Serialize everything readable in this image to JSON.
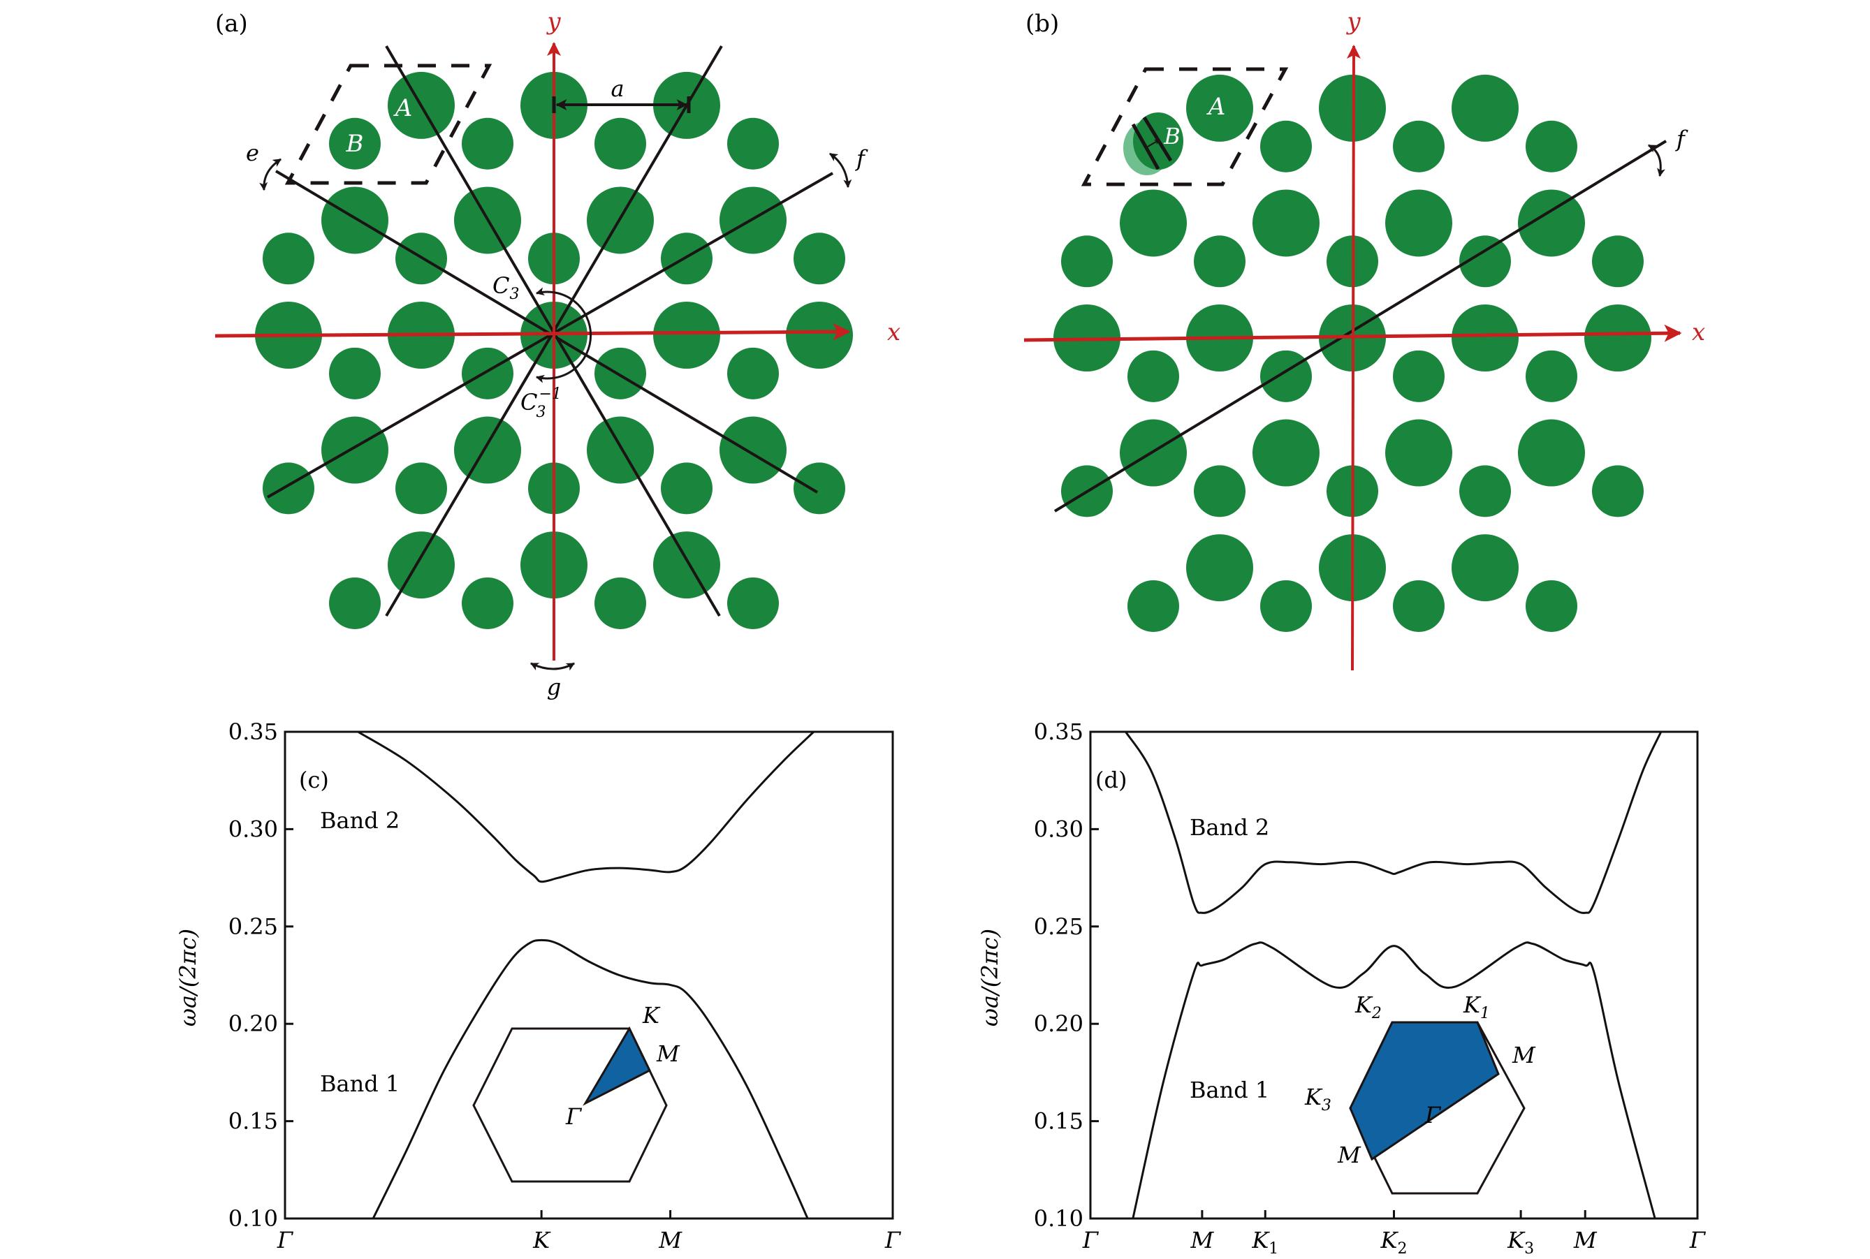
{
  "colors": {
    "rod": "#1a853d",
    "rod_shifted": "#6fbf8f",
    "axis_red": "#c8201f",
    "line": "#1a1414",
    "bz_fill": "#1162a0"
  },
  "panel_a": {
    "label": "(a)",
    "x_axis": "x",
    "y_axis": "y",
    "lattice_const": "a",
    "site_a": "A",
    "site_b": "B",
    "mirror_e": "e",
    "mirror_f": "f",
    "mirror_g": "g",
    "rot_c3": "C",
    "rot_c3_sub": "3",
    "rot_c3inv": "C",
    "rot_c3inv_sub": "3",
    "rot_c3inv_sup": "−1"
  },
  "panel_b": {
    "label": "(b)",
    "x_axis": "x",
    "y_axis": "y",
    "site_a": "A",
    "site_b": "B",
    "mirror_f": "f"
  },
  "chart_data": [
    {
      "type": "line",
      "panel": "(c)",
      "title": "",
      "xlabel": "",
      "ylabel": "ωa/(2πc)",
      "ylim": [
        0.1,
        0.35
      ],
      "yticks": [
        "0.10",
        "0.15",
        "0.20",
        "0.25",
        "0.30",
        "0.35"
      ],
      "ytick_values": [
        0.1,
        0.15,
        0.2,
        0.25,
        0.3,
        0.35
      ],
      "xticks": [
        "Γ",
        "K",
        "M",
        "Γ"
      ],
      "xtick_positions": [
        0,
        0.422,
        0.634,
        1
      ],
      "grid": false,
      "annotations": [
        "Band 2",
        "Band 1"
      ],
      "inset_labels": [
        "K",
        "M",
        "Γ"
      ],
      "series": [
        {
          "name": "Band 2",
          "x": [
            0.12,
            0.2,
            0.28,
            0.34,
            0.38,
            0.41,
            0.422,
            0.45,
            0.5,
            0.55,
            0.6,
            0.634,
            0.66,
            0.7,
            0.76,
            0.82,
            0.87
          ],
          "values": [
            0.35,
            0.335,
            0.315,
            0.297,
            0.284,
            0.276,
            0.273,
            0.275,
            0.279,
            0.28,
            0.279,
            0.278,
            0.281,
            0.293,
            0.315,
            0.335,
            0.35
          ]
        },
        {
          "name": "Band 1",
          "x": [
            0.145,
            0.2,
            0.26,
            0.32,
            0.37,
            0.4,
            0.422,
            0.45,
            0.5,
            0.55,
            0.6,
            0.634,
            0.66,
            0.7,
            0.76,
            0.82,
            0.86
          ],
          "values": [
            0.1,
            0.135,
            0.175,
            0.208,
            0.232,
            0.241,
            0.243,
            0.241,
            0.232,
            0.225,
            0.221,
            0.22,
            0.216,
            0.2,
            0.168,
            0.128,
            0.1
          ]
        }
      ]
    },
    {
      "type": "line",
      "panel": "(d)",
      "title": "",
      "xlabel": "",
      "ylabel": "ωa/(2πc)",
      "ylim": [
        0.1,
        0.35
      ],
      "yticks": [
        "0.10",
        "0.15",
        "0.20",
        "0.25",
        "0.30",
        "0.35"
      ],
      "ytick_values": [
        0.1,
        0.15,
        0.2,
        0.25,
        0.3,
        0.35
      ],
      "xticks": [
        "Γ",
        "M",
        "K1",
        "K2",
        "K3",
        "M",
        "Γ"
      ],
      "xtick_labels": [
        {
          "main": "Γ",
          "sub": ""
        },
        {
          "main": "M",
          "sub": ""
        },
        {
          "main": "K",
          "sub": "1"
        },
        {
          "main": "K",
          "sub": "2"
        },
        {
          "main": "K",
          "sub": "3"
        },
        {
          "main": "M",
          "sub": ""
        },
        {
          "main": "Γ",
          "sub": ""
        }
      ],
      "xtick_positions": [
        0,
        0.184,
        0.288,
        0.5,
        0.709,
        0.815,
        1
      ],
      "grid": false,
      "annotations": [
        "Band 2",
        "Band 1"
      ],
      "inset_labels": [
        {
          "main": "K",
          "sub": "2"
        },
        {
          "main": "K",
          "sub": "1"
        },
        {
          "main": "M",
          "sub": ""
        },
        {
          "main": "K",
          "sub": "3"
        },
        {
          "main": "Γ",
          "sub": ""
        },
        {
          "main": "M",
          "sub": ""
        }
      ],
      "series": [
        {
          "name": "Band 2",
          "x": [
            0.058,
            0.1,
            0.14,
            0.17,
            0.184,
            0.21,
            0.25,
            0.288,
            0.33,
            0.38,
            0.44,
            0.49,
            0.5,
            0.51,
            0.56,
            0.62,
            0.67,
            0.709,
            0.75,
            0.79,
            0.815,
            0.83,
            0.87,
            0.91,
            0.94
          ],
          "values": [
            0.35,
            0.33,
            0.295,
            0.262,
            0.257,
            0.26,
            0.27,
            0.282,
            0.283,
            0.282,
            0.283,
            0.278,
            0.277,
            0.278,
            0.283,
            0.282,
            0.283,
            0.282,
            0.27,
            0.26,
            0.257,
            0.262,
            0.295,
            0.33,
            0.35
          ]
        },
        {
          "name": "Band 1",
          "x": [
            0.07,
            0.12,
            0.17,
            0.184,
            0.22,
            0.27,
            0.3,
            0.4,
            0.45,
            0.5,
            0.55,
            0.6,
            0.7,
            0.73,
            0.78,
            0.815,
            0.83,
            0.87,
            0.93
          ],
          "values": [
            0.1,
            0.17,
            0.226,
            0.23,
            0.233,
            0.241,
            0.239,
            0.219,
            0.226,
            0.24,
            0.226,
            0.219,
            0.239,
            0.241,
            0.233,
            0.23,
            0.226,
            0.17,
            0.1
          ]
        }
      ]
    }
  ]
}
